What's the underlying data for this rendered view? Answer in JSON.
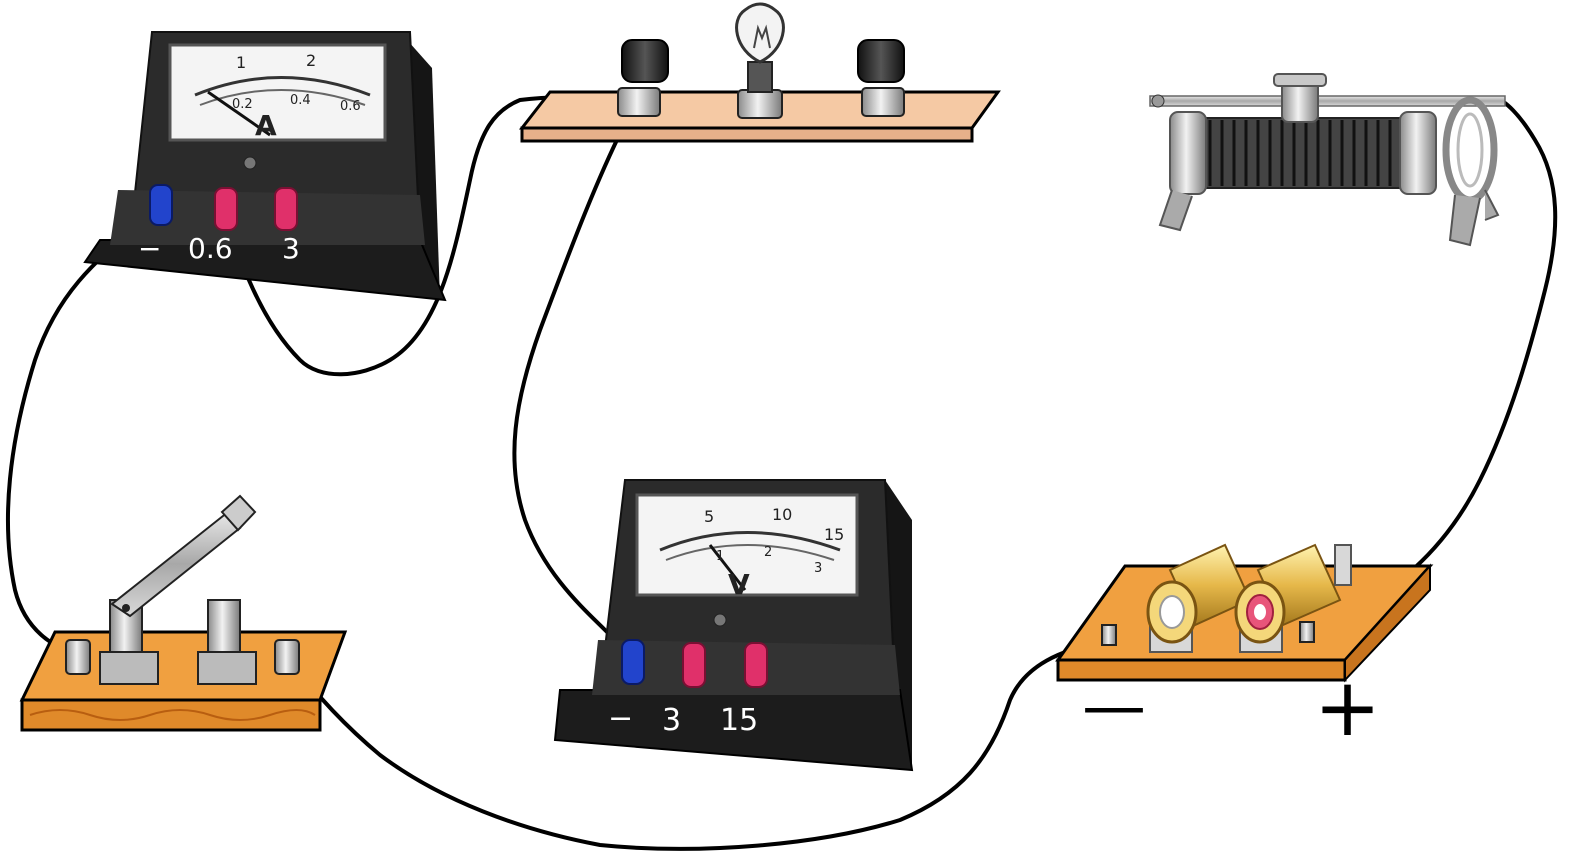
{
  "ammeter": {
    "symbol": "A",
    "scale_top": [
      "1",
      "2"
    ],
    "scale_bottom": [
      "0.2",
      "0.4",
      "0.6"
    ],
    "terminals": [
      "−",
      "0.6",
      "3"
    ]
  },
  "voltmeter": {
    "symbol": "V",
    "scale_top": [
      "5",
      "10",
      "15"
    ],
    "scale_bottom": [
      "1",
      "2",
      "3"
    ],
    "terminals": [
      "−",
      "3",
      "15"
    ]
  },
  "battery": {
    "minus_sign": "—",
    "plus_sign": "+"
  },
  "colors": {
    "board": "#f0a040",
    "lamp_board": "#f5c9a4",
    "meter_body": "#2a2a2a",
    "terminal_negative": "#2244cc",
    "terminal_positive": "#e0306a",
    "wire": "#000000"
  }
}
